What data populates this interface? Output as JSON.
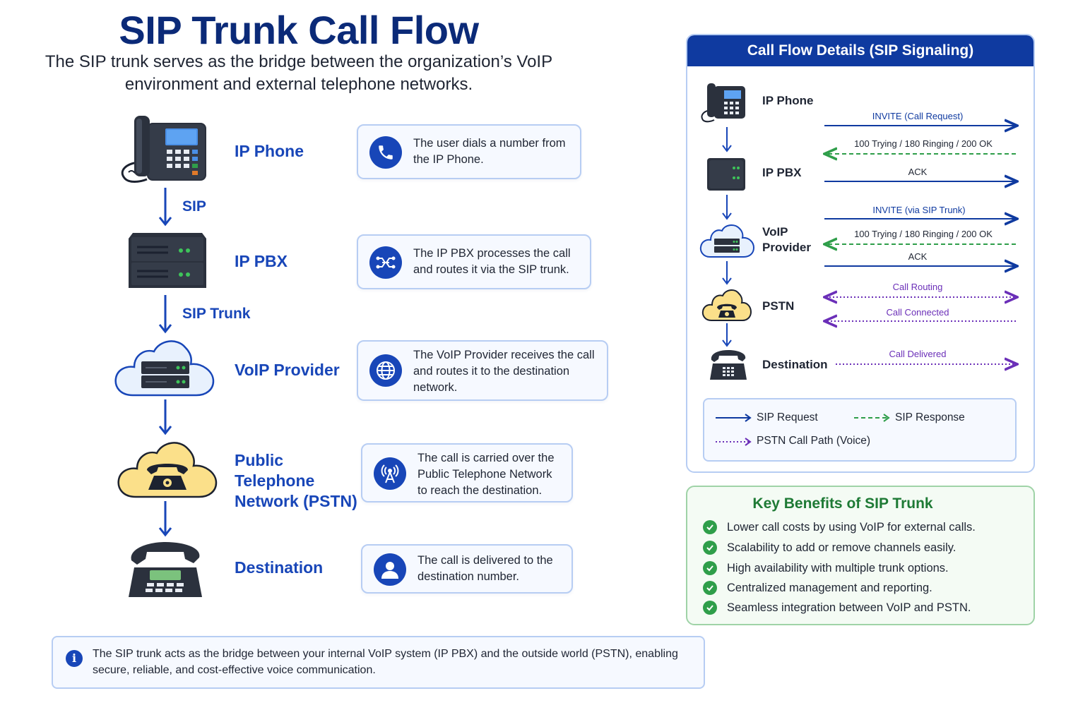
{
  "title": "SIP Trunk Call Flow",
  "subtitle": "The SIP trunk serves as the bridge between the organization’s VoIP environment and external telephone networks.",
  "flow": {
    "nodes": [
      {
        "label": "IP Phone",
        "description": "The user dials a number from the IP Phone.",
        "icon": "phone-icon"
      },
      {
        "label": "IP PBX",
        "description": "The IP PBX processes the call and routes it via the SIP trunk.",
        "icon": "network-routing-icon"
      },
      {
        "label": "VoIP Provider",
        "description": "The VoIP Provider receives the call and routes it to the destination network.",
        "icon": "globe-icon"
      },
      {
        "label": "Public Telephone Network (PSTN)",
        "description": "The call is carried over the Public Telephone Network to reach the destination.",
        "icon": "radio-tower-icon"
      },
      {
        "label": "Destination",
        "description": "The call is delivered to the destination number.",
        "icon": "user-icon"
      }
    ],
    "connectors": [
      "SIP",
      "SIP Trunk",
      "",
      ""
    ]
  },
  "details": {
    "title": "Call Flow Details (SIP Signaling)",
    "nodes": [
      "IP Phone",
      "IP PBX",
      "VoIP Provider",
      "PSTN",
      "Destination"
    ],
    "messages": [
      {
        "text": "INVITE (Call Request)",
        "type": "request",
        "direction": "right"
      },
      {
        "text": "100 Trying / 180 Ringing / 200 OK",
        "type": "response",
        "direction": "left"
      },
      {
        "text": "ACK",
        "type": "request",
        "direction": "right"
      },
      {
        "text": "INVITE (via SIP Trunk)",
        "type": "request",
        "direction": "right"
      },
      {
        "text": "100 Trying / 180 Ringing / 200 OK",
        "type": "response",
        "direction": "left"
      },
      {
        "text": "ACK",
        "type": "request",
        "direction": "right"
      },
      {
        "text": "Call Routing",
        "type": "pstn",
        "direction": "both"
      },
      {
        "text": "Call Connected",
        "type": "pstn",
        "direction": "left"
      },
      {
        "text": "Call Delivered",
        "type": "pstn",
        "direction": "right"
      }
    ],
    "legend": {
      "request": "SIP Request",
      "response": "SIP Response",
      "pstn": "PSTN Call Path (Voice)"
    }
  },
  "benefits": {
    "title": "Key Benefits of SIP Trunk",
    "items": [
      "Lower call costs by using VoIP for external calls.",
      "Scalability to add or remove channels easily.",
      "High availability with multiple trunk options.",
      "Centralized management and reporting.",
      "Seamless integration between VoIP and PSTN."
    ]
  },
  "note": {
    "icon": "info-icon",
    "text": "The SIP trunk acts as the bridge between your internal VoIP system (IP PBX) and the outside world (PSTN), enabling secure, reliable, and cost-effective voice communication."
  },
  "colors": {
    "primary": "#1846b8",
    "header": "#0f3aa0",
    "response": "#2f9e4a",
    "pstn": "#6b2fb8",
    "benefit": "#1e7a35"
  }
}
